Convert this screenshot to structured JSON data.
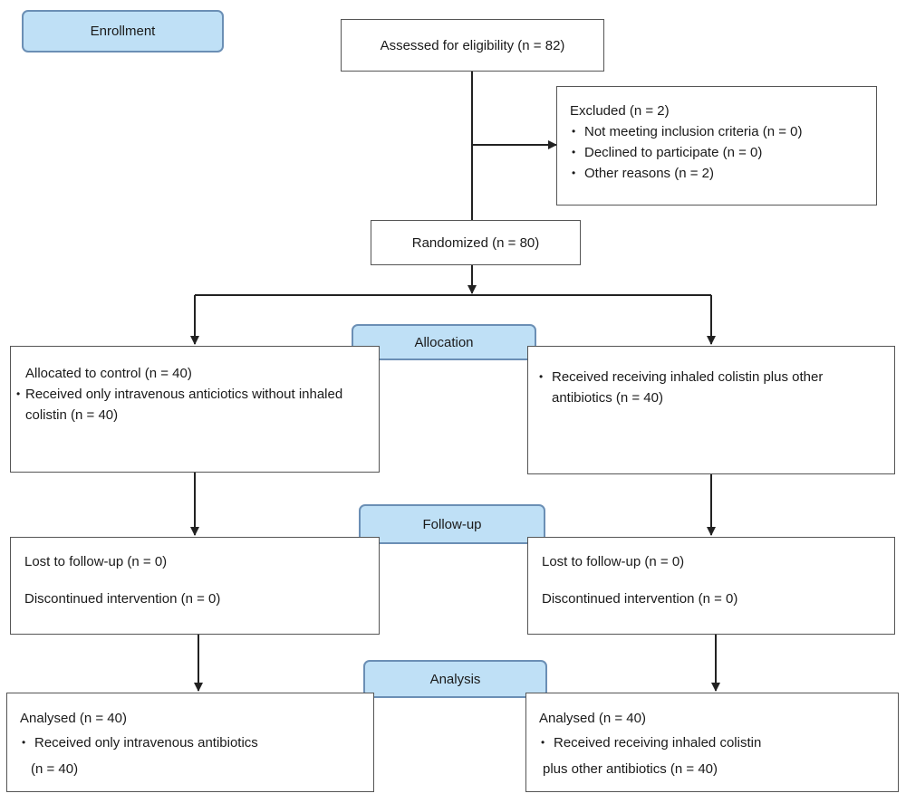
{
  "stages": {
    "enrollment": "Enrollment",
    "allocation": "Allocation",
    "followup": "Follow-up",
    "analysis": "Analysis"
  },
  "assessed": "Assessed for eligibility (n = 82)",
  "excluded": {
    "title": "Excluded (n = 2)",
    "items": [
      "Not meeting inclusion criteria (n = 0)",
      "Declined to participate (n = 0)",
      "Other reasons (n = 2)"
    ]
  },
  "randomized": "Randomized (n = 80)",
  "allocation": {
    "left": {
      "title": "Allocated to control (n = 40)",
      "items": [
        "Received only intravenous anticiotics without inhaled colistin (n = 40)"
      ]
    },
    "right": {
      "items": [
        "Received receiving inhaled colistin plus other antibiotics (n = 40)"
      ]
    }
  },
  "followup": {
    "left": {
      "lost": "Lost to follow-up (n = 0)",
      "discontinued": "Discontinued intervention (n = 0)"
    },
    "right": {
      "lost": "Lost to follow-up (n = 0)",
      "discontinued": "Discontinued intervention (n = 0)"
    }
  },
  "analysis": {
    "left": {
      "title": "Analysed (n = 40)",
      "item_line1": "Received only intravenous antibiotics",
      "item_line2": "(n = 40)"
    },
    "right": {
      "title": "Analysed (n = 40)",
      "item_line1": "Received receiving inhaled colistin",
      "item_line2": "plus other antibiotics (n = 40)"
    }
  }
}
